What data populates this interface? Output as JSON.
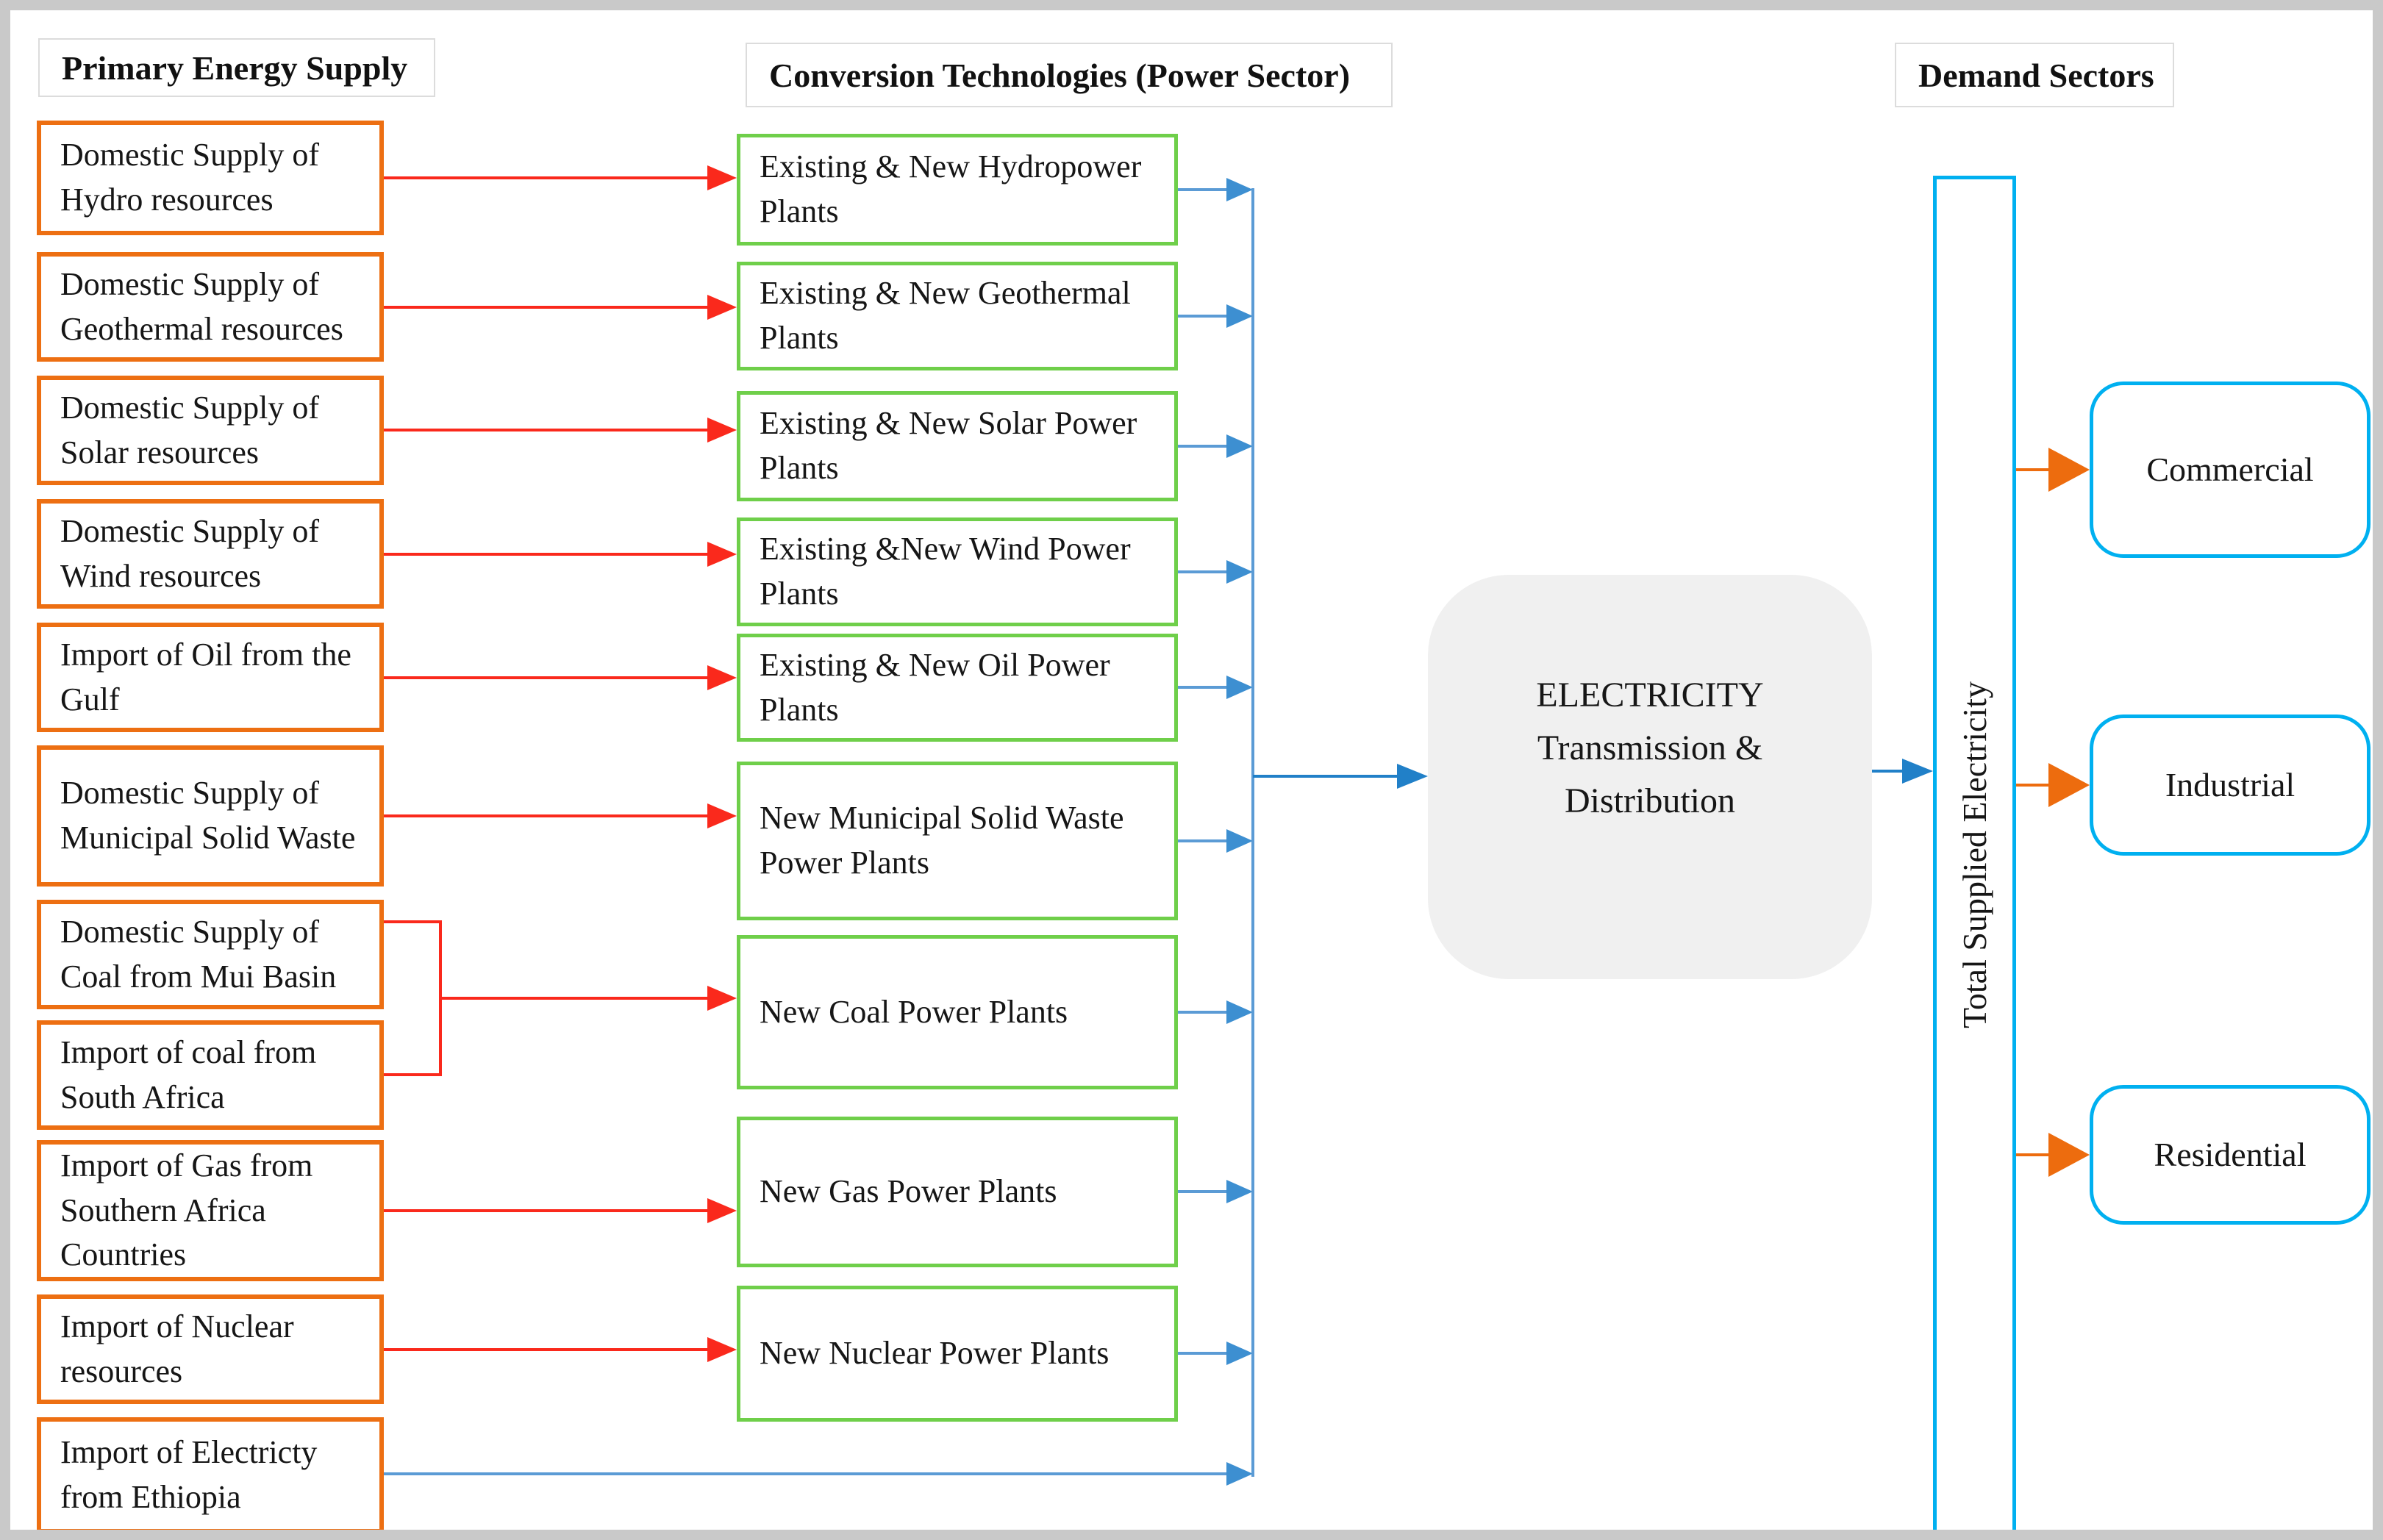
{
  "headers": {
    "supply": "Primary Energy Supply",
    "conversion": "Conversion Technologies (Power Sector)",
    "demand": "Demand Sectors"
  },
  "supply": {
    "items": [
      {
        "label": "Domestic Supply of Hydro resources"
      },
      {
        "label": "Domestic Supply of Geothermal resources"
      },
      {
        "label": "Domestic Supply of Solar resources"
      },
      {
        "label": "Domestic Supply of Wind resources"
      },
      {
        "label": "Import of Oil from the Gulf"
      },
      {
        "label": "Domestic Supply of Municipal Solid Waste"
      },
      {
        "label": "Domestic Supply of Coal from Mui Basin"
      },
      {
        "label": "Import of coal from South Africa"
      },
      {
        "label": "Import of Gas from Southern Africa Countries"
      },
      {
        "label": "Import of Nuclear resources"
      },
      {
        "label": "Import of Electricty from Ethiopia"
      }
    ]
  },
  "conversion": {
    "items": [
      {
        "label": "Existing & New Hydropower Plants"
      },
      {
        "label": "Existing & New Geothermal Plants"
      },
      {
        "label": "Existing & New Solar Power Plants"
      },
      {
        "label": "Existing &New Wind Power Plants"
      },
      {
        "label": "Existing & New Oil Power Plants"
      },
      {
        "label": "New Municipal Solid Waste Power Plants"
      },
      {
        "label": "New Coal Power Plants"
      },
      {
        "label": "New Gas Power Plants"
      },
      {
        "label": "New Nuclear Power Plants"
      }
    ]
  },
  "hub": {
    "line1": "ELECTRICITY",
    "line2": "Transmission &",
    "line3": "Distribution"
  },
  "bus": {
    "label": "Total Supplied Electricity"
  },
  "demand": {
    "items": [
      {
        "label": "Commercial"
      },
      {
        "label": "Industrial"
      },
      {
        "label": "Residential"
      }
    ]
  },
  "colors": {
    "supply_border": "#ed6f12",
    "conversion_border": "#6fcf4a",
    "demand_border": "#00b0f0",
    "bus_border": "#00b0f0",
    "red_arrow": "#fa291c",
    "blue_arrow": "#5b9bd5",
    "blue_arrow_dark": "#2180c8",
    "orange_arrow": "#ed6c0e",
    "hub_fill": "#f0f0f0",
    "frame": "#c9c9c9"
  }
}
